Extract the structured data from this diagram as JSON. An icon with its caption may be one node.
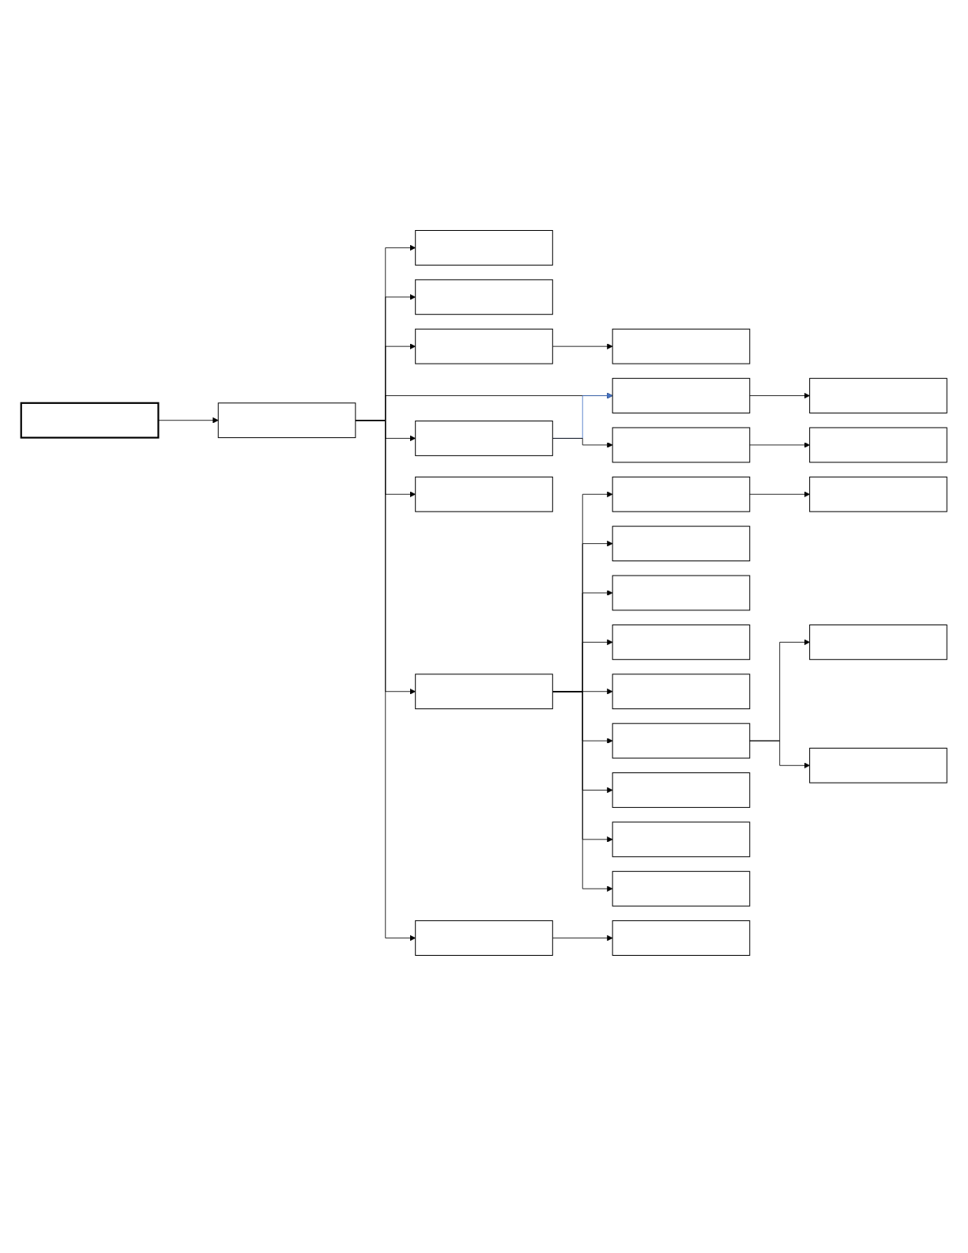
{
  "diagram": {
    "nodes": [
      {
        "text": [],
        "shape": "box"
      },
      {
        "text": [],
        "shape": "box"
      },
      {
        "text": [],
        "shape": "box"
      },
      {
        "text": [],
        "shape": "box"
      },
      {
        "text": [],
        "shape": "box"
      },
      {
        "text": [],
        "shape": "box"
      },
      {
        "text": [],
        "shape": "box"
      },
      {
        "text": [],
        "shape": "box"
      },
      {
        "text": [],
        "shape": "box"
      },
      {
        "text": [],
        "shape": "box"
      },
      {
        "text": [],
        "shape": "box"
      },
      {
        "text": [],
        "shape": "box"
      },
      {
        "text": [],
        "shape": "box"
      },
      {
        "text": [],
        "shape": "box"
      },
      {
        "text": [],
        "shape": "box"
      },
      {
        "text": [],
        "shape": "box"
      },
      {
        "text": [],
        "shape": "box"
      },
      {
        "text": [],
        "shape": "box"
      },
      {
        "text": [],
        "shape": "box"
      },
      {
        "text": [],
        "shape": "box"
      },
      {
        "text": [],
        "shape": "box"
      },
      {
        "text": [],
        "shape": "box"
      },
      {
        "text": [],
        "shape": "box"
      },
      {
        "text": [],
        "shape": "box"
      },
      {
        "text": [],
        "shape": "box"
      },
      {
        "text": [],
        "shape": "box"
      },
      {
        "text": [],
        "shape": "box"
      }
    ],
    "edges": [
      {
        "from": 0,
        "to": 1,
        "arrow": "to"
      },
      {
        "from": 1,
        "to": 2,
        "arrow": "to"
      },
      {
        "from": 1,
        "to": 3,
        "arrow": "to"
      },
      {
        "from": 1,
        "to": 4,
        "arrow": "to"
      },
      {
        "from": 1,
        "to": 6,
        "arrow": "to"
      },
      {
        "from": 1,
        "to": 8,
        "arrow": "to"
      },
      {
        "from": 1,
        "to": 11,
        "arrow": "to"
      },
      {
        "from": 1,
        "to": 24,
        "arrow": "to"
      },
      {
        "from": 1,
        "to": 25,
        "arrow": "to"
      },
      {
        "from": 4,
        "to": 5,
        "arrow": "to"
      },
      {
        "from": 6,
        "to": 7,
        "arrow": "to"
      },
      {
        "from": 8,
        "to": 6,
        "arrow": "to",
        "color": "#4472c4"
      },
      {
        "from": 8,
        "to": 9,
        "arrow": "to"
      },
      {
        "from": 9,
        "to": 10,
        "arrow": "to"
      },
      {
        "from": 11,
        "to": 12,
        "arrow": "to"
      },
      {
        "from": 11,
        "to": 14,
        "arrow": "to"
      },
      {
        "from": 11,
        "to": 15,
        "arrow": "to"
      },
      {
        "from": 11,
        "to": 16,
        "arrow": "to"
      },
      {
        "from": 11,
        "to": 17,
        "arrow": "to"
      },
      {
        "from": 11,
        "to": 18,
        "arrow": "to"
      },
      {
        "from": 11,
        "to": 21,
        "arrow": "to"
      },
      {
        "from": 11,
        "to": 22,
        "arrow": "to"
      },
      {
        "from": 11,
        "to": 23,
        "arrow": "to"
      },
      {
        "from": 12,
        "to": 13,
        "arrow": "to"
      },
      {
        "from": 18,
        "to": 19,
        "arrow": "to"
      },
      {
        "from": 18,
        "to": 20,
        "arrow": "to"
      },
      {
        "from": 25,
        "to": 26,
        "arrow": "to"
      }
    ]
  }
}
